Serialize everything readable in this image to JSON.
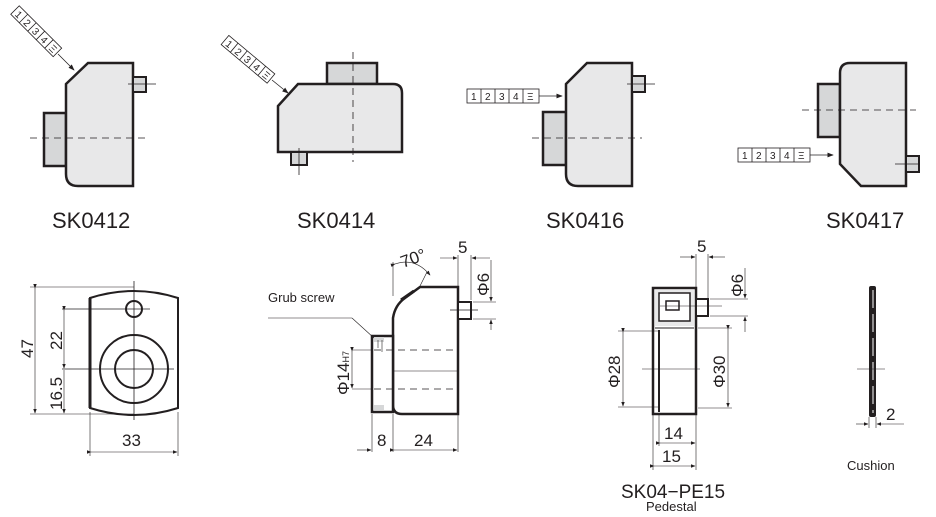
{
  "colors": {
    "outline": "#231f20",
    "fill_light": "#e8e8e9",
    "fill_mid": "#d6d7d8",
    "background": "#ffffff"
  },
  "models": [
    {
      "id": "SK0412",
      "label": "SK0412"
    },
    {
      "id": "SK0414",
      "label": "SK0414"
    },
    {
      "id": "SK0416",
      "label": "SK0416"
    },
    {
      "id": "SK0417",
      "label": "SK0417"
    }
  ],
  "position_box": {
    "cells": [
      "1",
      "2",
      "3",
      "4",
      "Ξ"
    ]
  },
  "front_view": {
    "height": "47",
    "hole_offset": "22",
    "center_height": "16.5",
    "width": "33"
  },
  "side_view": {
    "angle": "70°",
    "pin_length": "5",
    "pin_dia": "Φ6",
    "bore": "Φ14",
    "bore_tol": "H7",
    "collar": "8",
    "body": "24",
    "callout": "Grub screw"
  },
  "pedestal": {
    "pin_length": "5",
    "pin_dia": "Φ6",
    "inner_dia": "Φ28",
    "outer_dia": "Φ30",
    "inner_width": "14",
    "outer_width": "15",
    "title": "SK04−PE15",
    "subtitle": "Pedestal"
  },
  "cushion": {
    "thickness": "2",
    "title": "Cushion"
  }
}
